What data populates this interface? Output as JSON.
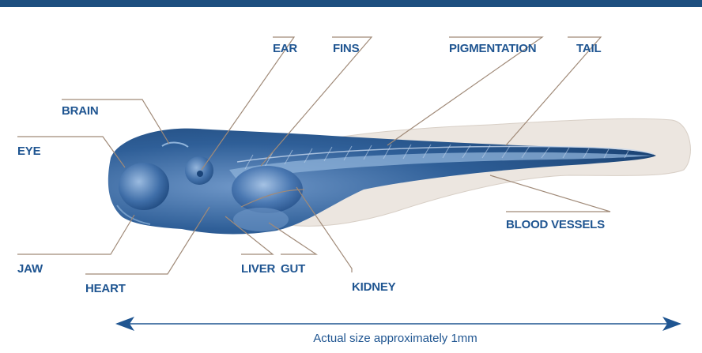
{
  "labels": {
    "ear": "EAR",
    "fins": "FINS",
    "pigmentation": "PIGMENTATION",
    "tail": "TAIL",
    "brain": "BRAIN",
    "eye": "EYE",
    "blood_vessels": "BLOOD VESSELS",
    "jaw": "JAW",
    "heart": "HEART",
    "liver": "LIVER",
    "gut": "GUT",
    "kidney": "KIDNEY"
  },
  "caption": "Actual size approximately 1mm",
  "colors": {
    "header_bar": "#1d4f7f",
    "label_text": "#1f5591",
    "leader_line": "#a08a78",
    "body_dark": "#15406e",
    "body_light": "#8fb3da",
    "fin_fold": "#ece6e0"
  }
}
